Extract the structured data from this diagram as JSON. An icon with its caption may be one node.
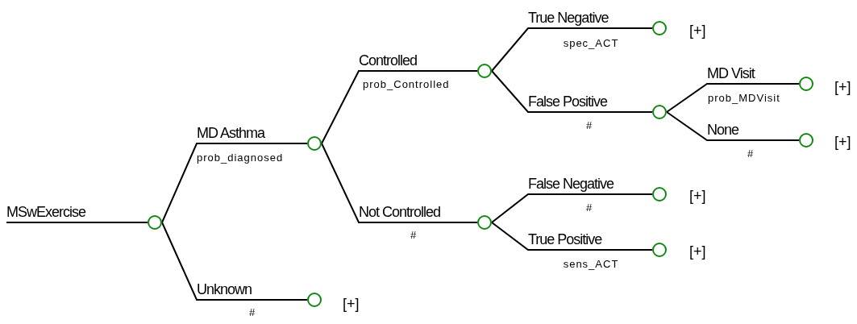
{
  "diagram": {
    "nodes": [
      {
        "text": [],
        "shape": "circle"
      },
      {
        "text": [],
        "shape": "circle"
      },
      {
        "text": [],
        "shape": "circle"
      },
      {
        "text": [],
        "shape": "circle"
      },
      {
        "text": [],
        "shape": "circle"
      },
      {
        "text": [],
        "shape": "circle"
      },
      {
        "text": [],
        "shape": "circle"
      },
      {
        "text": [],
        "shape": "circle"
      },
      {
        "text": [],
        "shape": "circle"
      },
      {
        "text": [],
        "shape": "circle"
      },
      {
        "text": [],
        "shape": "circle"
      }
    ],
    "edges": [
      {
        "from": null,
        "to": 0,
        "arrow": "none",
        "label": "MSwExercise"
      },
      {
        "from": 0,
        "to": 1,
        "arrow": "none",
        "label": "MD Asthma"
      },
      {
        "from": 0,
        "to": 2,
        "arrow": "none",
        "label": "Unknown"
      },
      {
        "from": 1,
        "to": 3,
        "arrow": "none",
        "label": "Controlled"
      },
      {
        "from": 1,
        "to": 4,
        "arrow": "none",
        "label": "Not Controlled"
      },
      {
        "from": 3,
        "to": 5,
        "arrow": "none",
        "label": "True Negative"
      },
      {
        "from": 3,
        "to": 6,
        "arrow": "none",
        "label": "False Positive"
      },
      {
        "from": 6,
        "to": 9,
        "arrow": "none",
        "label": "MD Visit"
      },
      {
        "from": 6,
        "to": 10,
        "arrow": "none",
        "label": "None"
      },
      {
        "from": 4,
        "to": 7,
        "arrow": "none",
        "label": "False Negative"
      },
      {
        "from": 4,
        "to": 8,
        "arrow": "none",
        "label": "True Positive"
      }
    ],
    "labels": [
      "prob_diagnosed",
      "#",
      "prob_Controlled",
      "#",
      "spec_ACT",
      "#",
      "prob_MDVisit",
      "#",
      "#",
      "sens_ACT",
      "[+]",
      "[+]",
      "[+]",
      "[+]",
      "[+]",
      "[+]"
    ]
  }
}
